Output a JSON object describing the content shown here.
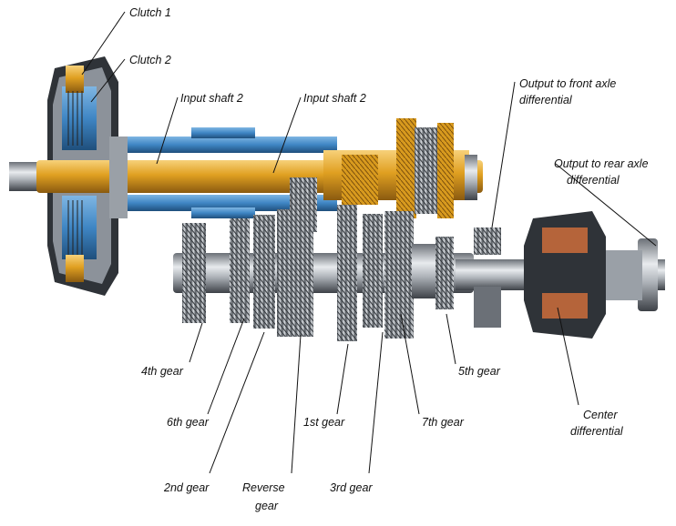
{
  "labels": {
    "clutch_1": "Clutch 1",
    "clutch_2": "Clutch 2",
    "input_shaft_2_left": "Input shaft 2",
    "input_shaft_2_right": "Input shaft 2",
    "output_front": [
      "Output to front axle",
      "differential"
    ],
    "output_rear": [
      "Output to rear axle",
      "differential"
    ],
    "gear_4th": "4th gear",
    "gear_6th": "6th gear",
    "gear_2nd": "2nd gear",
    "gear_reverse": [
      "Reverse",
      "gear"
    ],
    "gear_1st": "1st gear",
    "gear_3rd": "3rd gear",
    "gear_7th": "7th gear",
    "gear_5th": "5th gear",
    "center_diff": [
      "Center",
      "differential"
    ]
  },
  "colors": {
    "input_shaft": "#e0a021",
    "housing_blue": "#3f86c4",
    "steel": "#b9bec4",
    "dark_steel": "#4a4f55",
    "copper": "#b5643a"
  }
}
